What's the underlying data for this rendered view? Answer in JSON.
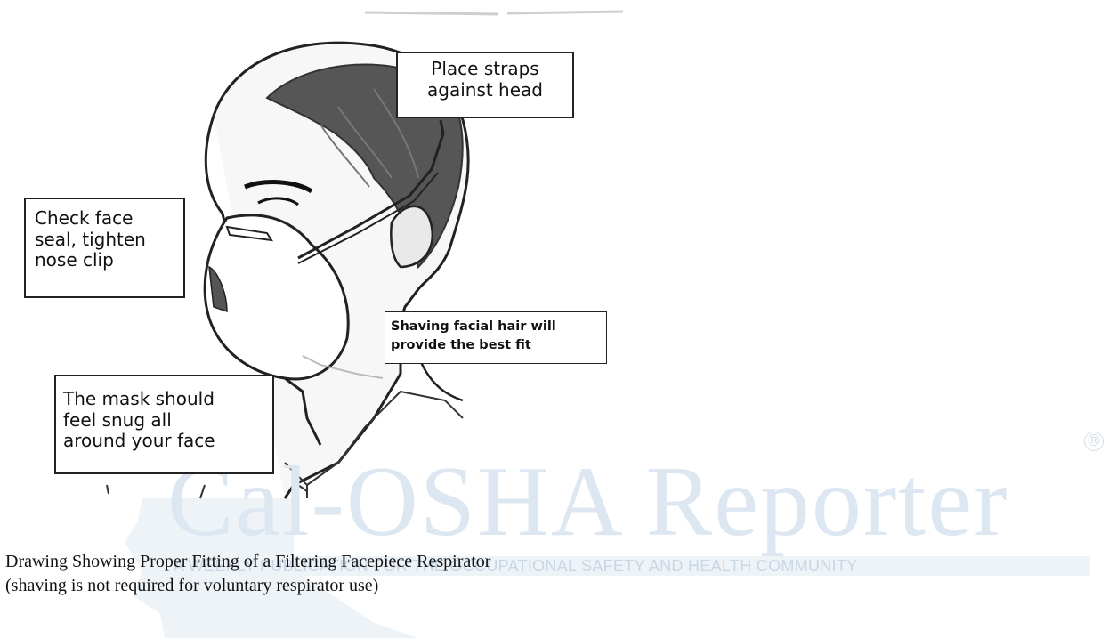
{
  "watermark": {
    "title": "Cal-OSHA Reporter",
    "registered_mark": "®",
    "tagline": "A WEEKLY PUBLICATION FOR THE OCCUPATIONAL SAFETY AND HEALTH COMMUNITY",
    "colors": {
      "text": "#dde7f1",
      "band": "#eef3f8",
      "state": "#eef3f8"
    }
  },
  "callouts": {
    "straps": {
      "line1": "Place straps",
      "line2": "against head"
    },
    "seal": {
      "line1": "Check face",
      "line2": "seal, tighten",
      "line3": "nose clip"
    },
    "shaving": {
      "line1": "Shaving facial hair will",
      "line2": "provide the best fit"
    },
    "snug": {
      "line1": "The mask should",
      "line2": "feel snug all",
      "line3": "around your face"
    }
  },
  "caption": {
    "line1": "Drawing Showing Proper Fitting of a Filtering Facepiece Respirator",
    "line2": "(shaving is not required for voluntary respirator use)"
  }
}
